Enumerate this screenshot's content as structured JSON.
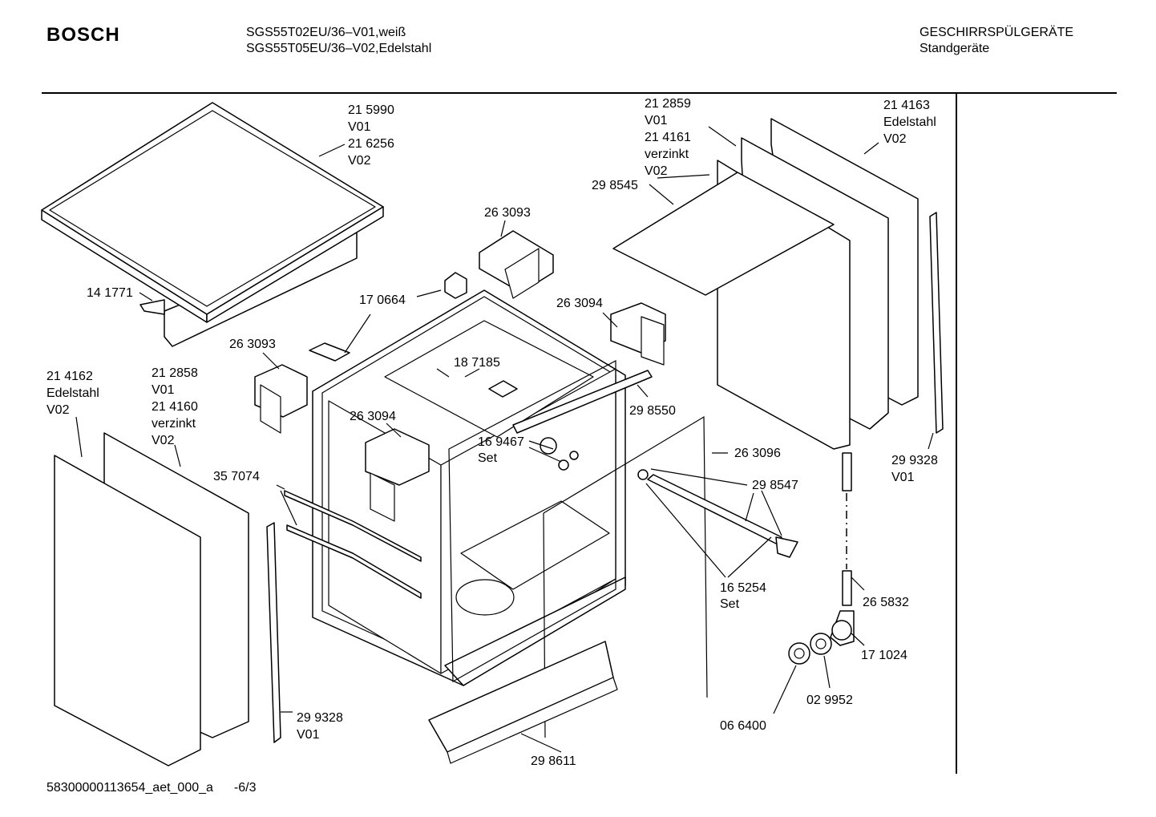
{
  "header": {
    "brand": "BOSCH",
    "model_line_1": "SGS55T02EU/36–V01,weiß",
    "model_line_2": "SGS55T05EU/36–V02,Edelstahl",
    "category_line_1": "GESCHIRRSPÜLGERÄTE",
    "category_line_2": "Standgeräte"
  },
  "footer": {
    "document_id": "58300000113654_aet_000_a",
    "page": "-6/3"
  },
  "callouts": [
    {
      "id": "worktop",
      "lines": [
        "21 5990",
        "V01",
        "21 6256",
        "V02"
      ]
    },
    {
      "id": "top-left-141771",
      "lines": [
        "14 1771"
      ]
    },
    {
      "id": "bracket-170664",
      "lines": [
        "17 0664"
      ]
    },
    {
      "id": "hinge-263093-top",
      "lines": [
        "26 3093"
      ]
    },
    {
      "id": "hinge-263093-left",
      "lines": [
        "26 3093"
      ]
    },
    {
      "id": "hinge-263094-right",
      "lines": [
        "26 3094"
      ]
    },
    {
      "id": "hinge-263094-mid",
      "lines": [
        "26 3094"
      ]
    },
    {
      "id": "catch-187185",
      "lines": [
        "18 7185"
      ]
    },
    {
      "id": "side-right-inner",
      "lines": [
        "21 2859",
        "V01",
        "21 4161",
        "verzinkt",
        "V02"
      ]
    },
    {
      "id": "side-right-outer",
      "lines": [
        "21 4163",
        "Edelstahl",
        "V02"
      ]
    },
    {
      "id": "cover-298545",
      "lines": [
        "29 8545"
      ]
    },
    {
      "id": "seal-298550",
      "lines": [
        "29 8550"
      ]
    },
    {
      "id": "ring-169467",
      "lines": [
        "16 9467",
        "Set"
      ]
    },
    {
      "id": "gasket-263096",
      "lines": [
        "26 3096"
      ]
    },
    {
      "id": "rail-298547",
      "lines": [
        "29 8547"
      ]
    },
    {
      "id": "set-165254",
      "lines": [
        "16 5254",
        "Set"
      ]
    },
    {
      "id": "strip-299328-right",
      "lines": [
        "29 9328",
        "V01"
      ]
    },
    {
      "id": "hose-265832",
      "lines": [
        "26 5832"
      ]
    },
    {
      "id": "elbow-171024",
      "lines": [
        "17 1024"
      ]
    },
    {
      "id": "nut-029952",
      "lines": [
        "02 9952"
      ]
    },
    {
      "id": "cap-066400",
      "lines": [
        "06 6400"
      ]
    },
    {
      "id": "kickplate-298611",
      "lines": [
        "29 8611"
      ]
    },
    {
      "id": "strip-299328-left",
      "lines": [
        "29 9328",
        "V01"
      ]
    },
    {
      "id": "rail-357074",
      "lines": [
        "35 7074"
      ]
    },
    {
      "id": "side-left-outer",
      "lines": [
        "21 4162",
        "Edelstahl",
        "V02"
      ]
    },
    {
      "id": "side-left-inner",
      "lines": [
        "21 2858",
        "V01",
        "21 4160",
        "verzinkt",
        "V02"
      ]
    }
  ]
}
